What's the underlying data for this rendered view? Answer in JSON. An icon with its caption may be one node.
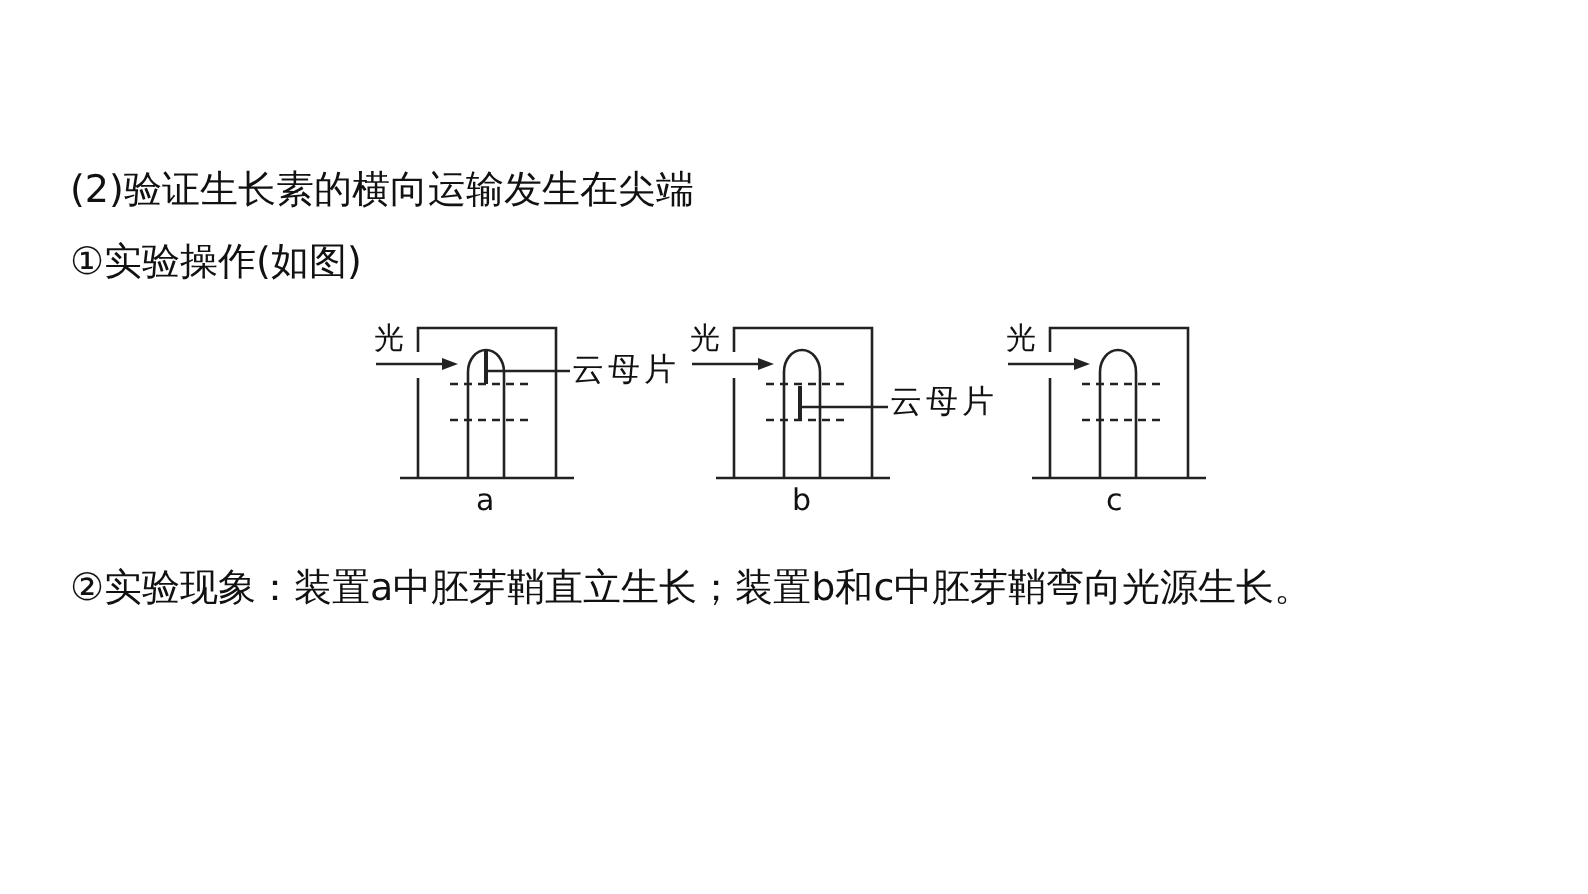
{
  "diagram": {
    "title": "(2)验证生长素的横向运输发生在尖端",
    "nodes": [
      {
        "text": [],
        "shape": "bar"
      },
      {
        "text": [
          "云母片"
        ]
      },
      {
        "text": [],
        "shape": "bar"
      },
      {
        "text": [
          "云母片"
        ]
      }
    ],
    "edges": [
      {
        "from": 1,
        "to": 0,
        "arrow": "none"
      },
      {
        "from": 3,
        "to": 2,
        "arrow": "none"
      }
    ],
    "labels": [
      "①实验操作(如图)",
      "光",
      "光",
      "光",
      "a",
      "b",
      "c",
      "②实验现象：装置a中胚芽鞘直立生长；装置b和c中胚芽鞘弯向光源生长。"
    ]
  }
}
